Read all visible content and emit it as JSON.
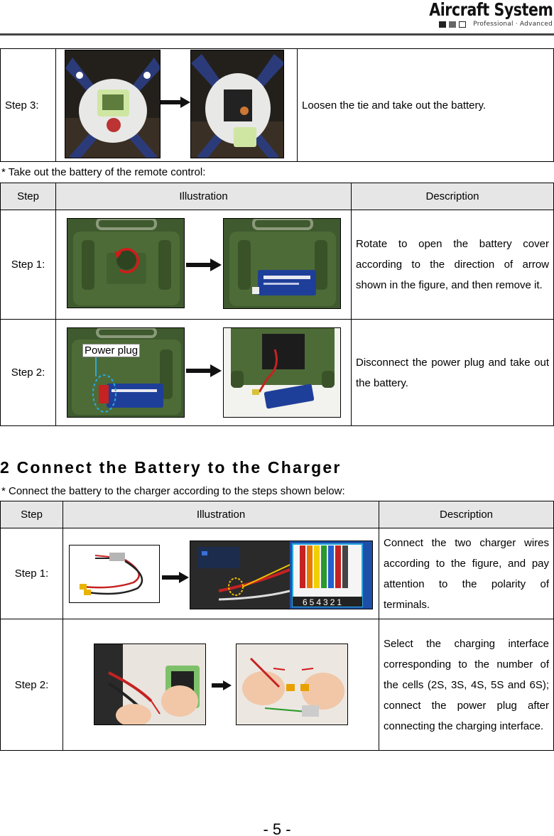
{
  "header": {
    "brand_title": "Aircraft System",
    "brand_tagline": "Professional · Advanced"
  },
  "table_top": {
    "step_label": "Step 3:",
    "description": "Loosen the tie and take out the battery."
  },
  "note_remote": "*  Take out the battery of the remote control:",
  "table_remote": {
    "headers": [
      "Step",
      "Illustration",
      "Description"
    ],
    "rows": [
      {
        "step": "Step 1:",
        "description": "Rotate to open the battery cover according to the direction of arrow shown in the figure, and then remove it."
      },
      {
        "step": "Step 2:",
        "description": "Disconnect the power plug and take out the battery.",
        "callout": "Power plug"
      }
    ]
  },
  "section": {
    "title": "2 Connect the Battery to the Charger",
    "note": "*    Connect the battery to the charger according to the steps shown below:"
  },
  "table_charger": {
    "headers": [
      "Step",
      "Illustration",
      "Description"
    ],
    "rows": [
      {
        "step": "Step 1:",
        "description": "Connect the two charger wires according to the figure, and pay attention to the polarity of terminals.",
        "terminal_label": "654321"
      },
      {
        "step": "Step 2:",
        "description": "Select the charging interface corresponding to the number of the cells (2S, 3S, 4S, 5S and 6S); connect the power plug after connecting the charging interface."
      }
    ]
  },
  "footer": {
    "page_number": "- 5 -"
  },
  "colors": {
    "header_bg": "#e6e6e6",
    "rule": "#444444",
    "arrow": "#111111"
  }
}
